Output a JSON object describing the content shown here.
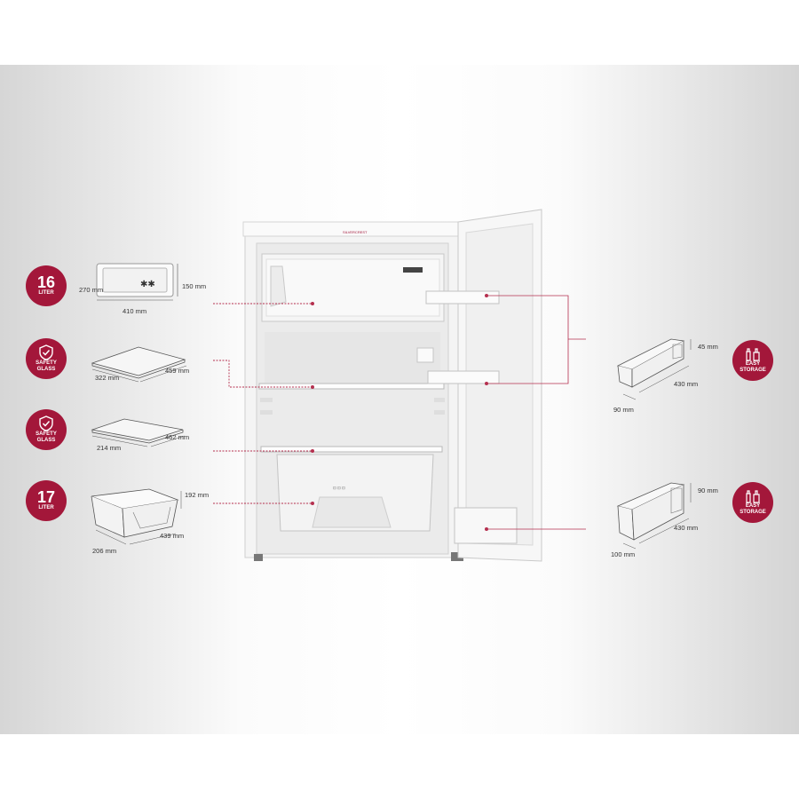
{
  "colors": {
    "accent": "#a3173a",
    "leader": "#b5304f"
  },
  "brand": "SILVERCREST",
  "left_features": [
    {
      "badge_number": "16",
      "badge_text": "LITER",
      "item": "freezer-compartment",
      "dims": {
        "a": "270 mm",
        "b": "150 mm",
        "c": "410 mm"
      }
    },
    {
      "badge_text_1": "SAFETY",
      "badge_text_2": "GLASS",
      "icon": "shield-check-icon",
      "item": "glass-shelf-large",
      "dims": {
        "a": "322 mm",
        "b": "459 mm"
      }
    },
    {
      "badge_text_1": "SAFETY",
      "badge_text_2": "GLASS",
      "icon": "shield-check-icon",
      "item": "glass-shelf-small",
      "dims": {
        "a": "214 mm",
        "b": "462 mm"
      }
    },
    {
      "badge_number": "17",
      "badge_text": "LITER",
      "item": "crisper-drawer",
      "dims": {
        "a": "192 mm",
        "b": "206 mm",
        "c": "439 mm"
      }
    }
  ],
  "right_features": [
    {
      "badge_text_1": "EASY",
      "badge_text_2": "STORAGE",
      "icon": "bottles-icon",
      "item": "door-shelf-upper",
      "dims": {
        "a": "45 mm",
        "b": "430 mm",
        "c": "90 mm"
      }
    },
    {
      "badge_text_1": "EASY",
      "badge_text_2": "STORAGE",
      "icon": "bottles-icon",
      "item": "door-shelf-lower",
      "dims": {
        "a": "90 mm",
        "b": "430 mm",
        "c": "100 mm"
      }
    }
  ]
}
